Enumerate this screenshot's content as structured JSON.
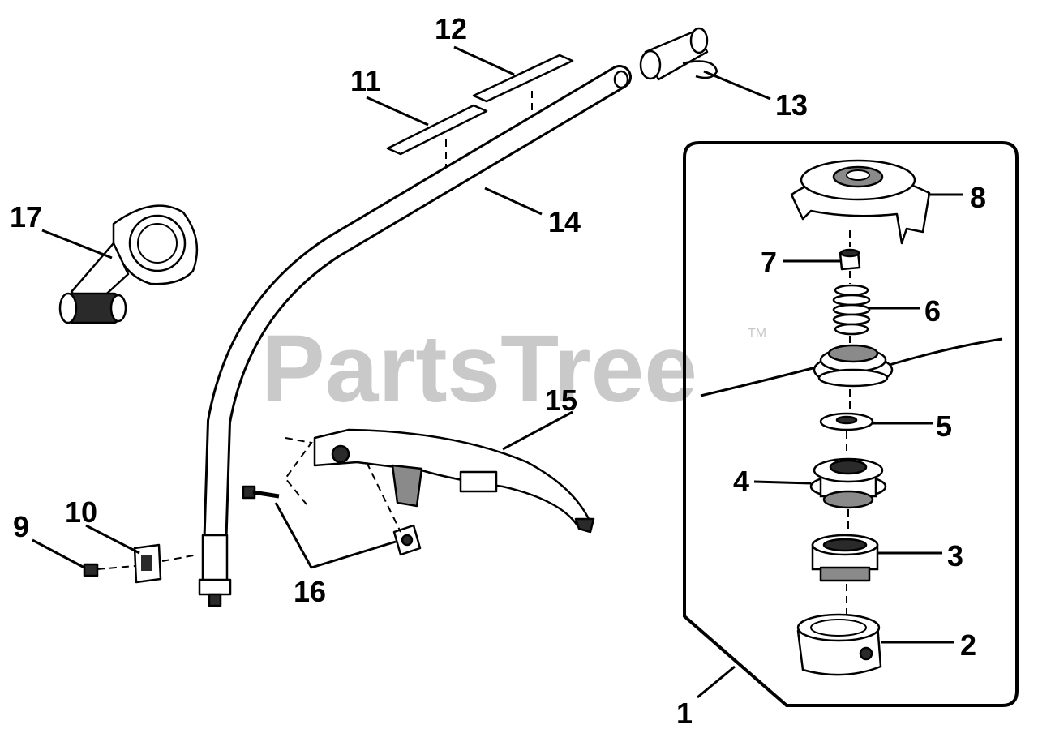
{
  "watermark": {
    "brand": "PartsTree",
    "trademark": "TM"
  },
  "callouts": [
    {
      "id": "c1",
      "label": "1"
    },
    {
      "id": "c2",
      "label": "2"
    },
    {
      "id": "c3",
      "label": "3"
    },
    {
      "id": "c4",
      "label": "4"
    },
    {
      "id": "c5",
      "label": "5"
    },
    {
      "id": "c6",
      "label": "6"
    },
    {
      "id": "c7",
      "label": "7"
    },
    {
      "id": "c8",
      "label": "8"
    },
    {
      "id": "c9",
      "label": "9"
    },
    {
      "id": "c10",
      "label": "10"
    },
    {
      "id": "c11",
      "label": "11"
    },
    {
      "id": "c12",
      "label": "12"
    },
    {
      "id": "c13",
      "label": "13"
    },
    {
      "id": "c14",
      "label": "14"
    },
    {
      "id": "c15",
      "label": "15"
    },
    {
      "id": "c16",
      "label": "16"
    },
    {
      "id": "c17",
      "label": "17"
    }
  ]
}
